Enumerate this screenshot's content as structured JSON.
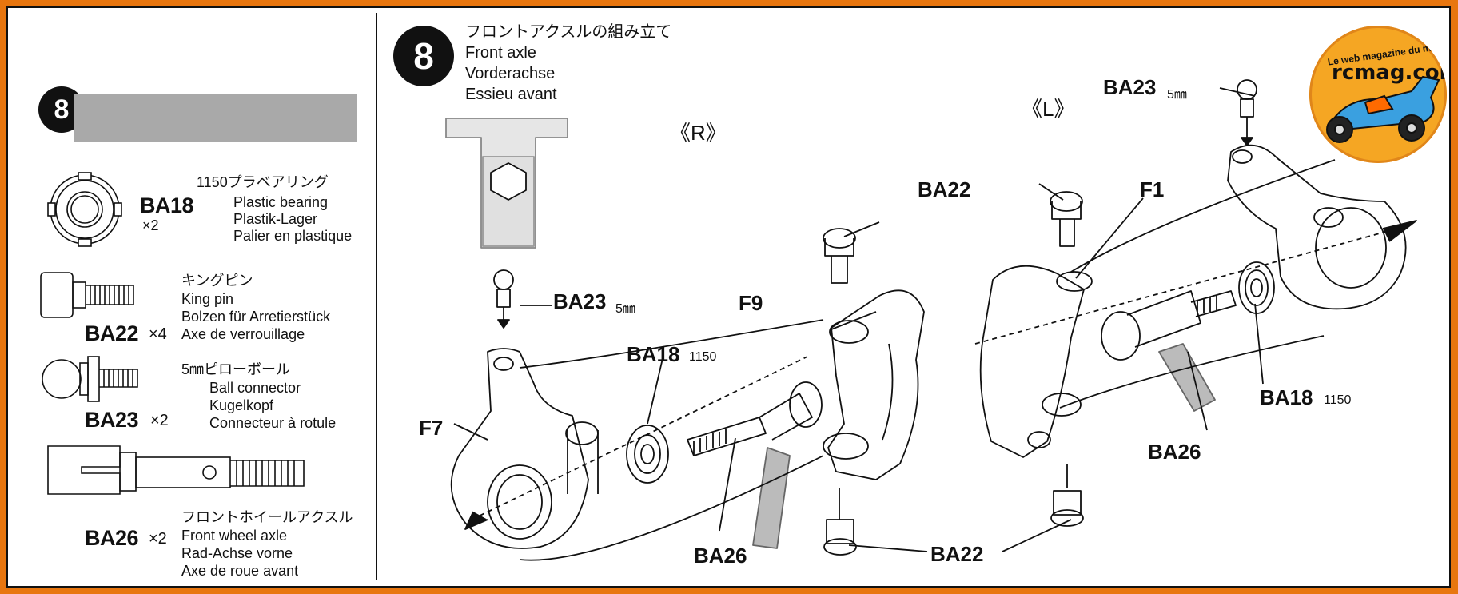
{
  "step_number": "8",
  "step_title": {
    "ja": "フロントアクスルの組み立て",
    "en": "Front axle",
    "de": "Vorderachse",
    "fr": "Essieu avant"
  },
  "side_labels": {
    "right": "《R》",
    "left": "《L》"
  },
  "parts": [
    {
      "code": "BA18",
      "qty": "×2",
      "ja": "1150プラベアリング",
      "en": "Plastic bearing",
      "de": "Plastik-Lager",
      "fr": "Palier en plastique"
    },
    {
      "code": "BA22",
      "qty": "×4",
      "ja": "キングピン",
      "en": "King pin",
      "de": "Bolzen für Arretierstück",
      "fr": "Axe de verrouillage"
    },
    {
      "code": "BA23",
      "qty": "×2",
      "ja": "5㎜ピローボール",
      "en": "Ball connector",
      "de": "Kugelkopf",
      "fr": "Connecteur à rotule"
    },
    {
      "code": "BA26",
      "qty": "×2",
      "ja": "フロントホイールアクスル",
      "en": "Front wheel axle",
      "de": "Rad-Achse vorne",
      "fr": "Axe de roue avant"
    }
  ],
  "callouts": {
    "ba23": "BA23",
    "size_5mm": "5㎜",
    "ba22": "BA22",
    "ba18": "BA18",
    "bearing_1150": "1150",
    "ba26": "BA26",
    "f1": "F1",
    "f7": "F7",
    "f9": "F9"
  },
  "logo": {
    "brand": "rcmag.com",
    "tagline": "Le web magazine du modelisme"
  },
  "colors": {
    "frame": "#e8760f",
    "ink": "#111111",
    "logo_bg": "#f5a623",
    "bar_gray": "#a9a9a9"
  }
}
